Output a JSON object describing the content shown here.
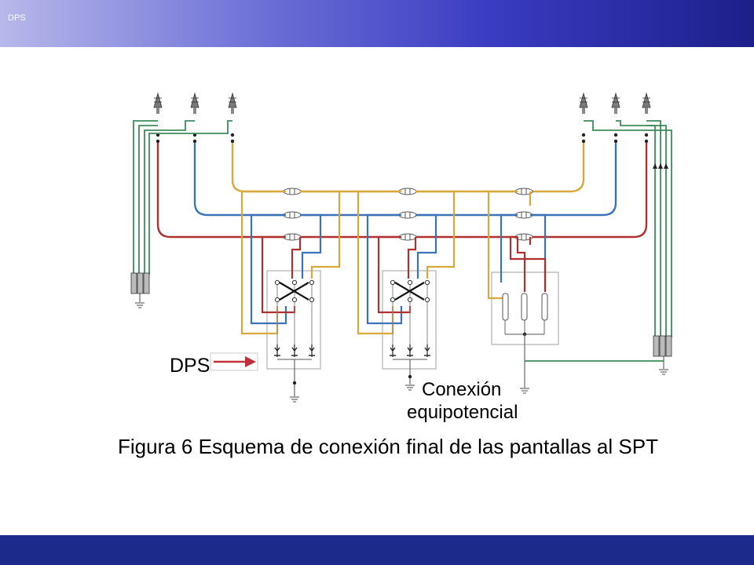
{
  "header": {
    "title": "DPS"
  },
  "diagram": {
    "label_dps": "DPS",
    "label_conexion_line1": "Conexión",
    "label_conexion_line2": "equipotencial",
    "caption": "Figura 6 Esquema de conexión final de las pantallas al SPT",
    "colors": {
      "green_wire": "#3c8c5a",
      "blue_wire": "#3b72b8",
      "red_wire": "#b03030",
      "yellow_wire": "#d8a93a",
      "arrow": "#c0303a",
      "box": "#b0b0b0",
      "header_bar": "#3a3cc2",
      "footer_bar": "#1c2a8c"
    }
  }
}
